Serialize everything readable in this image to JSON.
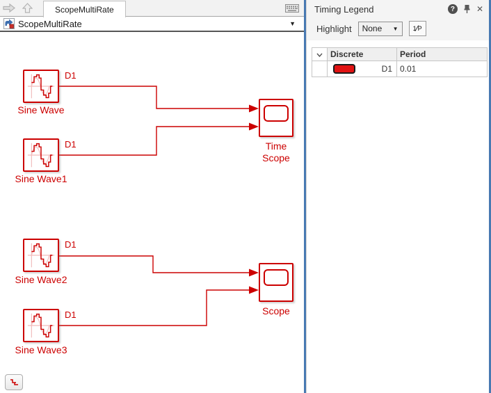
{
  "window": {
    "tab_title": "ScopeMultiRate",
    "breadcrumb": "ScopeMultiRate",
    "breadcrumb_caret": "▼"
  },
  "diagram": {
    "sources": [
      {
        "label": "Sine Wave",
        "rate_annotation": "D1"
      },
      {
        "label": "Sine Wave1",
        "rate_annotation": "D1"
      },
      {
        "label": "Sine Wave2",
        "rate_annotation": "D1"
      },
      {
        "label": "Sine Wave3",
        "rate_annotation": "D1"
      }
    ],
    "sinks": [
      {
        "label": "Time Scope"
      },
      {
        "label": "Scope"
      }
    ]
  },
  "panel": {
    "title": "Timing Legend",
    "icons": {
      "help_glyph": "?",
      "close_glyph": "✕"
    },
    "toolbar": {
      "highlight_label": "Highlight",
      "highlight_value": "None",
      "highlight_caret": "▼",
      "inverse_period_sup": "1",
      "inverse_period_slash": "⁄",
      "inverse_period_sub": "P"
    },
    "legend_table": {
      "discrete_header": "Discrete",
      "period_header": "Period",
      "rows": [
        {
          "name": "D1",
          "period": "0.01",
          "color": "#e11212"
        }
      ]
    }
  },
  "colors": {
    "sample_time_red": "#cc0000",
    "splitter_blue": "#4879b2"
  }
}
